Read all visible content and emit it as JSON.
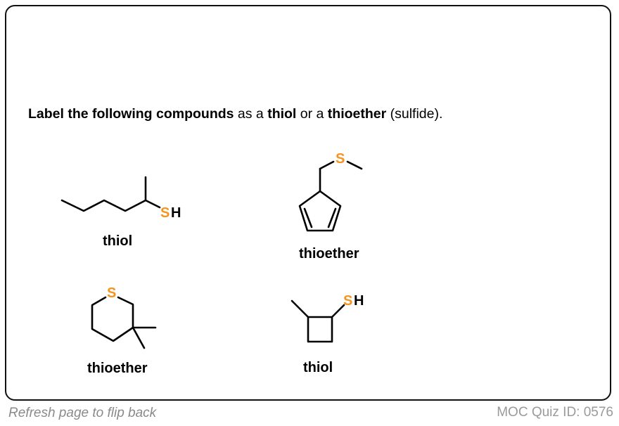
{
  "question": {
    "part1": "Label the following compounds",
    "part2": " as a ",
    "part3": "thiol",
    "part4": " or a ",
    "part5": "thioether",
    "part6": " (sulfide)."
  },
  "compounds": [
    {
      "id": "hexane-2-thiol",
      "answer": "thiol",
      "atom_s": "S",
      "atom_h": "H"
    },
    {
      "id": "methylthiomethyl-cyclopentadiene",
      "answer": "thioether",
      "atom_s": "S"
    },
    {
      "id": "dimethyl-thiane",
      "answer": "thioether",
      "atom_s": "S"
    },
    {
      "id": "methylcyclobutane-thiol",
      "answer": "thiol",
      "atom_s": "S",
      "atom_h": "H"
    }
  ],
  "colors": {
    "sulfur": "#f7931e",
    "bond": "#000000",
    "footer": "#8a8a8a"
  },
  "footer": {
    "left": "Refresh page to flip back",
    "right": "MOC Quiz ID: 0576"
  }
}
